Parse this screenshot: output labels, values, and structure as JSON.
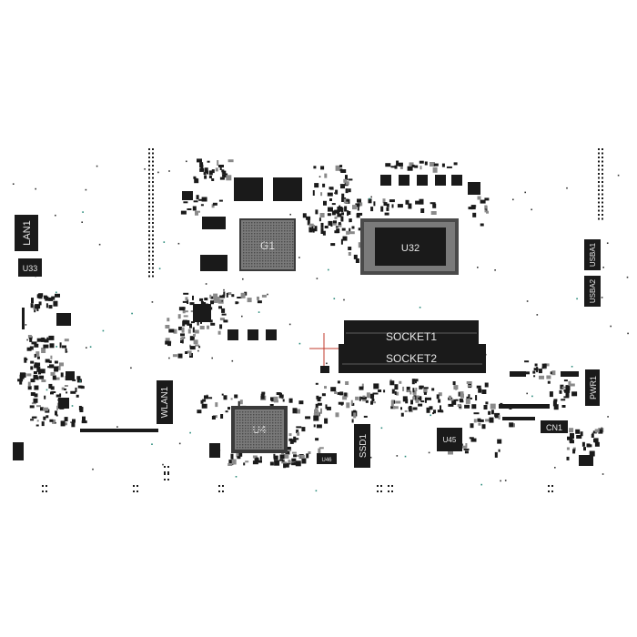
{
  "colors": {
    "background": "#ffffff",
    "component": "#1a1a1a",
    "chip_grid": "#6a6a6a",
    "label": "#e8e8e8",
    "marker": "#c0392b",
    "pad_accent": "#2a8a7a"
  },
  "components": {
    "lan1": "LAN1",
    "u33": "U33",
    "g1": "G1",
    "u32": "U32",
    "socket1": "SOCKET1",
    "socket2": "SOCKET2",
    "usba1": "USBA1",
    "usba2": "USBA2",
    "pwr1": "PWR1",
    "cn1": "CN1",
    "wlan1": "WLAN1",
    "u4": "U4",
    "ssd1": "SSD1",
    "u45": "U45",
    "u46": "U46"
  }
}
